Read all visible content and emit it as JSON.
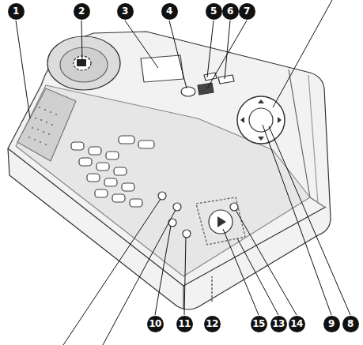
{
  "diagram": {
    "labels": [
      "1",
      "2",
      "3",
      "4",
      "5",
      "6",
      "7",
      "10",
      "11",
      "12",
      "15",
      "13",
      "14",
      "9",
      "8"
    ]
  }
}
